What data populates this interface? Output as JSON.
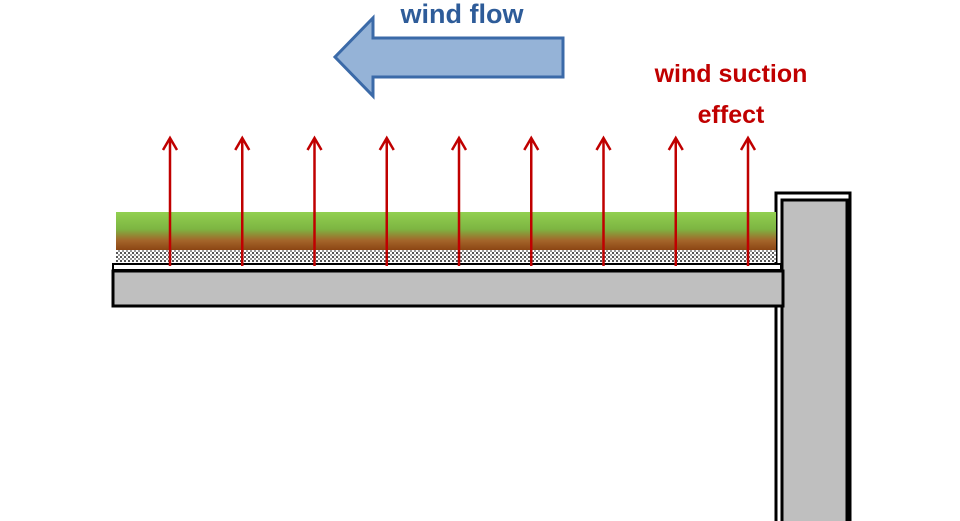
{
  "labels": {
    "wind_flow": "wind flow",
    "wind_suction_line1": "wind suction",
    "wind_suction_line2": "effect"
  },
  "colors": {
    "wind_flow_text": "#2E5C99",
    "wind_arrow_fill": "#95B3D7",
    "wind_arrow_stroke": "#3B6AA8",
    "suction_text": "#C00000",
    "suction_arrow": "#C00000",
    "grass_top": "#92D050",
    "soil_bottom": "#8B4513",
    "concrete": "#BFBFBF",
    "outline": "#000000"
  },
  "suction_arrow_count": 9
}
